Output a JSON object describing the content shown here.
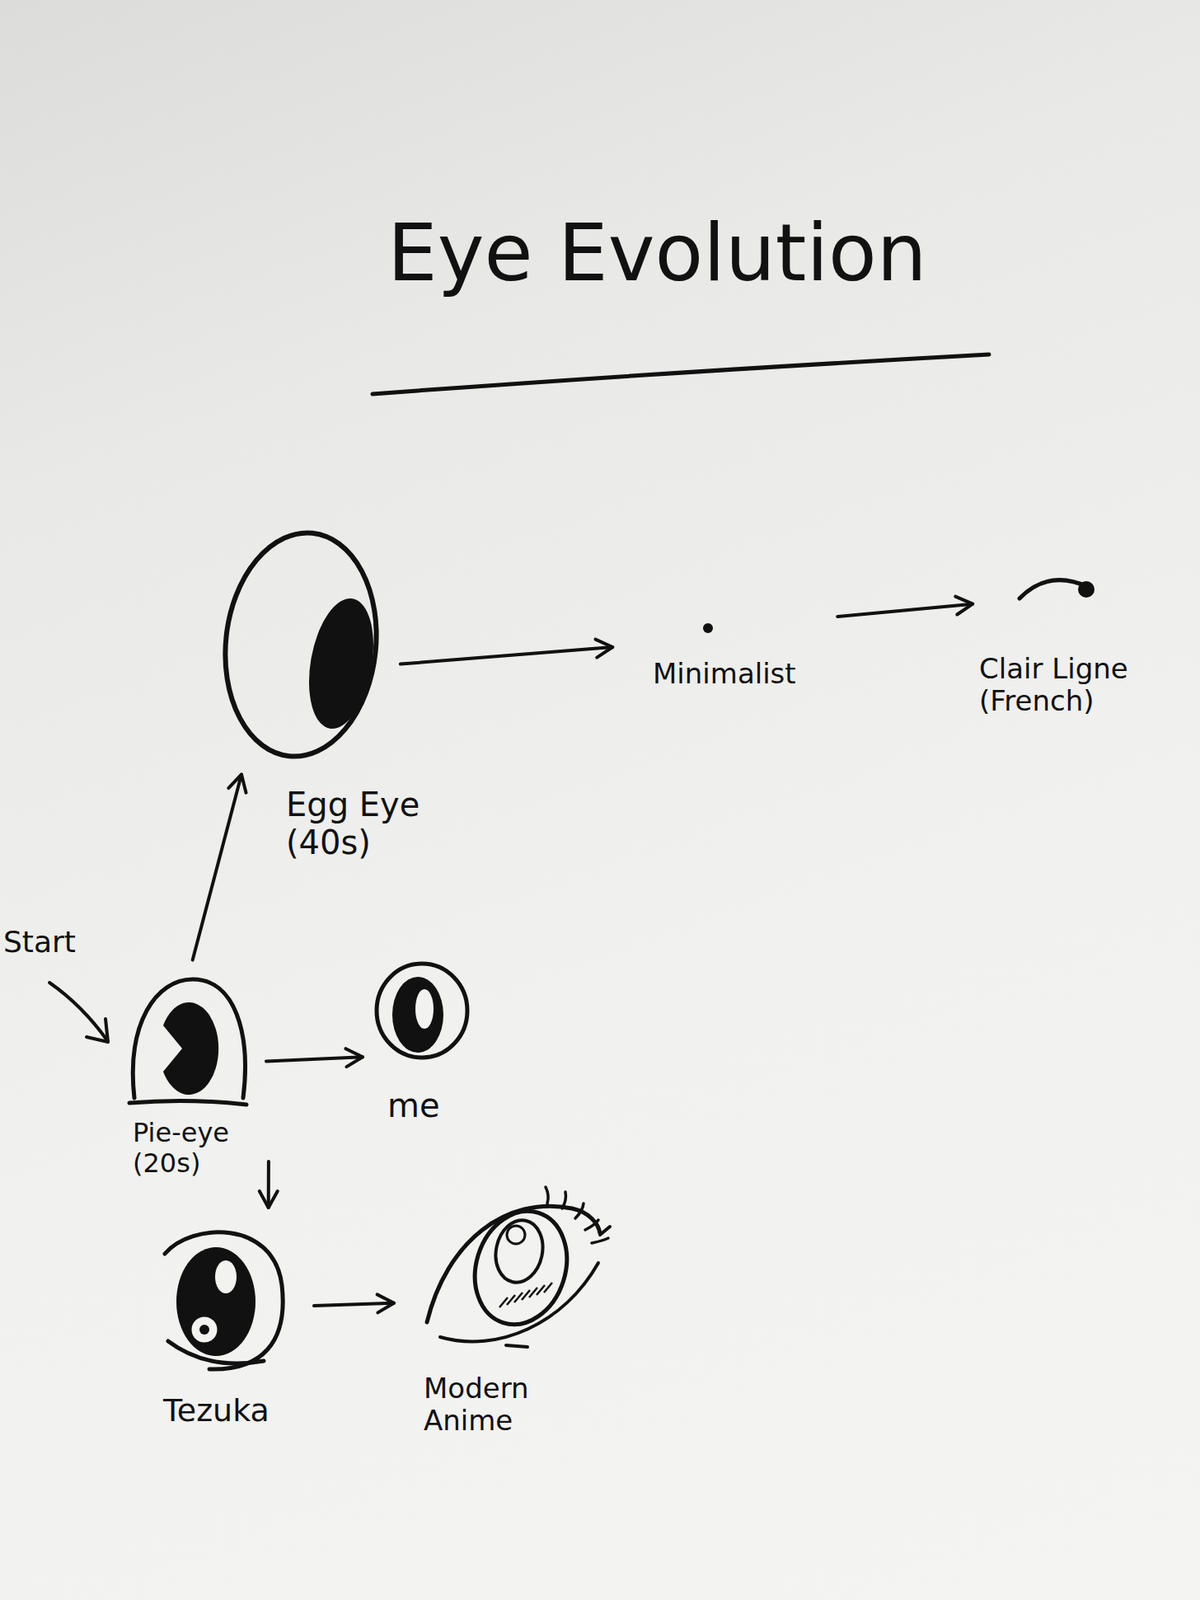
{
  "diagram": {
    "title": "Eye Evolution",
    "nodes": [
      {
        "text": [
          "Pie-eye (20s)"
        ]
      },
      {
        "text": [
          "Egg Eye (40s)"
        ]
      },
      {
        "text": [
          "Minimalist"
        ]
      },
      {
        "text": [
          "Clair Ligne (French)"
        ]
      },
      {
        "text": [
          "me"
        ]
      },
      {
        "text": [
          "Tezuka"
        ]
      },
      {
        "text": [
          "Modern Anime"
        ]
      }
    ],
    "edges": [
      {
        "from": 0,
        "to": 1,
        "arrow": "to"
      },
      {
        "from": 1,
        "to": 2,
        "arrow": "to"
      },
      {
        "from": 2,
        "to": 3,
        "arrow": "to"
      },
      {
        "from": 0,
        "to": 4,
        "arrow": "to"
      },
      {
        "from": 0,
        "to": 5,
        "arrow": "to"
      },
      {
        "from": 5,
        "to": 6,
        "arrow": "to"
      }
    ],
    "labels": [
      "Start"
    ]
  }
}
